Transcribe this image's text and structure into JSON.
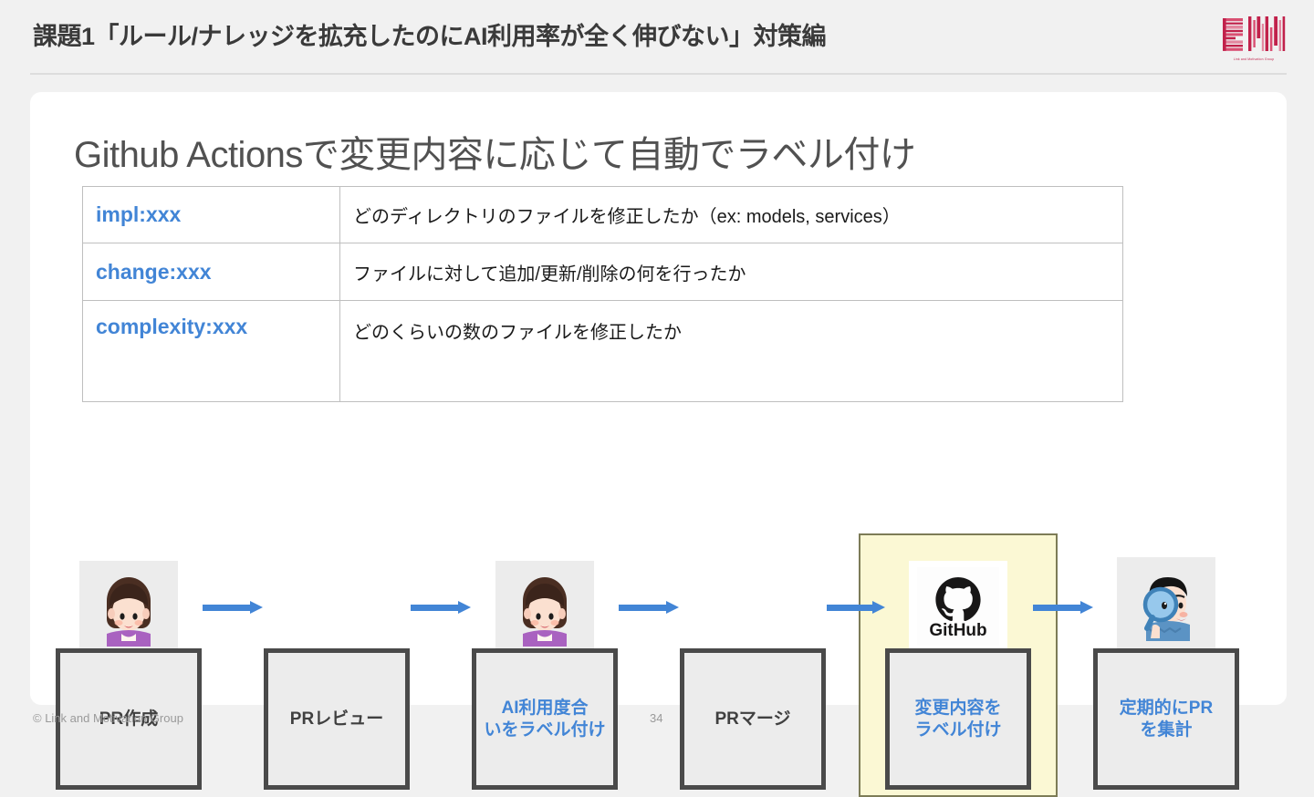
{
  "header": {
    "title": "課題1「ルール/ナレッジを拡充したのにAI利用率が全く伸びない」対策編",
    "logo_name": "link-and-motivation-logo",
    "logo_caption": "Link and Motivation Group",
    "logo_color": "#c1214b"
  },
  "card": {
    "section_heading": "Github Actionsで変更内容に応じて自動でラベル付け"
  },
  "label_table": {
    "rows": [
      {
        "key": "impl:xxx",
        "description": "どのディレクトリのファイルを修正したか（ex: models, services）"
      },
      {
        "key": "change:xxx",
        "description": "ファイルに対して追加/更新/削除の何を行ったか"
      },
      {
        "key": "complexity:xxx",
        "description": "どのくらいの数のファイルを修正したか"
      }
    ],
    "key_color": "#4285d6",
    "border_color": "#bfbfbf"
  },
  "flow": {
    "arrow_color": "#4285d6",
    "box_fill": "#ececec",
    "box_border": "#4a4a4a",
    "highlight_fill": "#fbf8d4",
    "highlight_border": "#7d7c57",
    "accent_text_color": "#4285d6",
    "steps": [
      {
        "label_line1": "PR作成",
        "label_line2": "",
        "accent": false,
        "bubble": "woman-avatar-icon",
        "highlighted": false
      },
      {
        "label_line1": "PRレビュー",
        "label_line2": "",
        "accent": false,
        "bubble": "",
        "highlighted": false
      },
      {
        "label_line1": "AI利用度合",
        "label_line2": "いをラベル付け",
        "accent": true,
        "bubble": "woman-avatar-icon",
        "highlighted": false
      },
      {
        "label_line1": "PRマージ",
        "label_line2": "",
        "accent": false,
        "bubble": "",
        "highlighted": false
      },
      {
        "label_line1": "変更内容を",
        "label_line2": "ラベル付け",
        "accent": true,
        "bubble": "github-logo-icon",
        "highlighted": true
      },
      {
        "label_line1": "定期的にPR",
        "label_line2": "を集計",
        "accent": true,
        "bubble": "man-magnifier-avatar-icon",
        "highlighted": false
      }
    ],
    "github_bubble_text": "GitHub"
  },
  "footer": {
    "copyright": "© Link and Motivation Group",
    "page_number": "34"
  }
}
